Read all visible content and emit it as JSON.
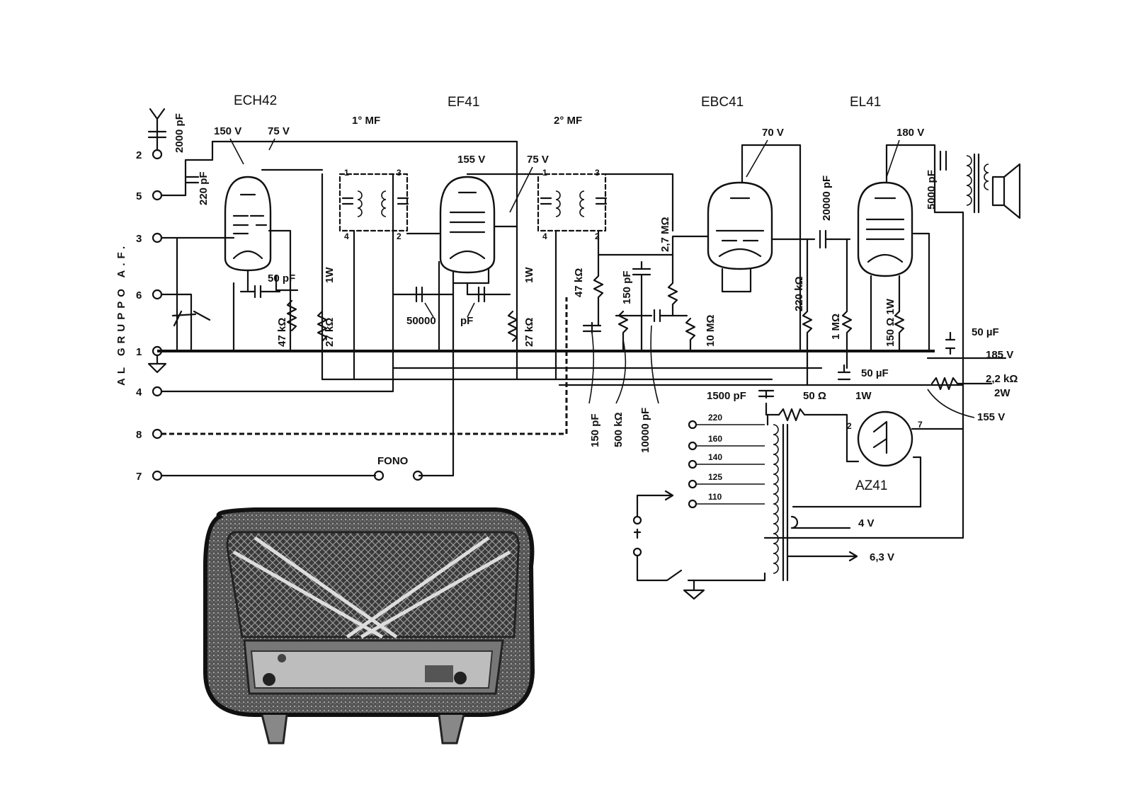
{
  "tubes": {
    "ech42": "ECH42",
    "ef41": "EF41",
    "ebc41": "EBC41",
    "el41": "EL41",
    "az41": "AZ41"
  },
  "stages": {
    "if1": "1° MF",
    "if2": "2° MF"
  },
  "side_label": "AL GRUPPO A.F.",
  "terminals": [
    "2",
    "5",
    "3",
    "6",
    "1",
    "4",
    "8",
    "7"
  ],
  "fono": "FONO",
  "voltages": {
    "v150": "150 V",
    "v75a": "75 V",
    "v155a": "155 V",
    "v75b": "75 V",
    "v70": "70 V",
    "v180": "180 V",
    "v185": "185 V",
    "v155b": "155 V",
    "v4": "4 V",
    "v63": "6,3 V"
  },
  "components": {
    "c2000": "2000 pF",
    "c220": "220 pF",
    "c50": "50 pF",
    "r47k_a": "47 kΩ",
    "r27k_a": "27 kΩ",
    "w1_a": "1W",
    "c50000": "50000",
    "pf": "pF",
    "r27k_b": "27 kΩ",
    "w1_b": "1W",
    "r47k_b": "47 kΩ",
    "c150_a": "150 pF",
    "r27m": "2,7 MΩ",
    "r10m": "10 MΩ",
    "c20000": "20000 pF",
    "r220k": "220 kΩ",
    "r1m": "1 MΩ",
    "r150": "150 Ω 1W",
    "c5000": "5000 pF",
    "c50uf_a": "50 µF",
    "c50uf_b": "50 µF",
    "r22k": "2,2 kΩ",
    "w2": "2W",
    "c150_b": "150 pF",
    "pot500k": "500 kΩ",
    "c10000": "10000 pF",
    "c1500": "1500 pF",
    "r50": "50 Ω",
    "w1_c": "1W"
  },
  "mains_taps": [
    "220",
    "160",
    "140",
    "125",
    "110"
  ],
  "colors": {
    "ink": "#111111",
    "paper": "#ffffff"
  }
}
